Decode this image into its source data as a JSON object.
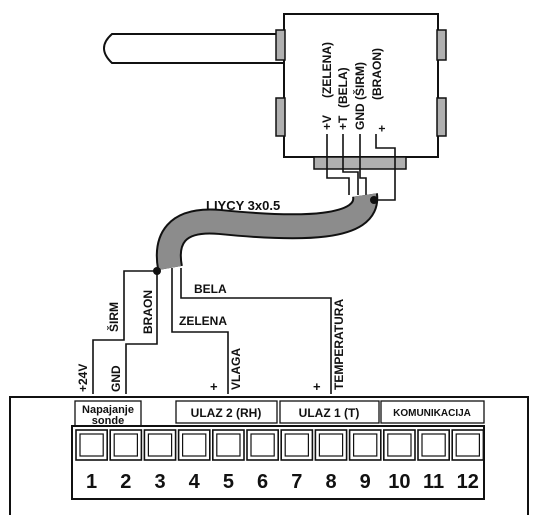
{
  "cable_label": "LIYCY 3x0.5",
  "sensor_labels": {
    "v": "+V",
    "v_color": "(ZELENA)",
    "t": "+T",
    "t_color": "(BELA)",
    "gnd": "GND (ŠIRM)",
    "gnd_color": "(BRAON)",
    "plus": "+"
  },
  "wire_labels": {
    "sirm": "ŠIRM",
    "braon": "BRAON",
    "zelena": "ZELENA",
    "bela": "BELA"
  },
  "terminal_labels": {
    "plus_24v": "+24V",
    "gnd": "GND",
    "vlaga": "VLAGA",
    "vlaga_plus": "+",
    "temperatura": "TEMPERATURA",
    "temperatura_plus": "+"
  },
  "groups": {
    "napajanje_line1": "Napajanje",
    "napajanje_line2": "sonde",
    "ulaz2": "ULAZ 2 (RH)",
    "ulaz1": "ULAZ 1 (T)",
    "komunikacija": "KOMUNIKACIJA"
  },
  "terminals": [
    "1",
    "2",
    "3",
    "4",
    "5",
    "6",
    "7",
    "8",
    "9",
    "10",
    "11",
    "12"
  ],
  "colors": {
    "cable": "#8c8c8c",
    "mounting_tab": "#b0b0b0",
    "line": "#111111"
  }
}
